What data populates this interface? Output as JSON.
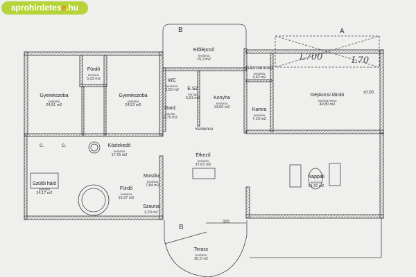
{
  "logo": {
    "text_pre": "aprohirdetes",
    "text_accent": "e",
    "text_post": ".hu",
    "bg_color": "#b6d439",
    "accent_color": "#f07c00"
  },
  "rooms": [
    {
      "name": "Gyerekszoba",
      "floor": "parketta",
      "area": "24,81 m2"
    },
    {
      "name": "Gyerekszoba",
      "floor": "parketta",
      "area": "24,52 m2"
    },
    {
      "name": "Fürdő",
      "floor": "kerámia",
      "area": "5,33 m2"
    },
    {
      "name": "Előlépcső",
      "floor": "kerámia",
      "area": "15,2 m2"
    },
    {
      "name": "WC",
      "floor": "kerámia",
      "area": "3,53 m2"
    },
    {
      "name": "E.SZ",
      "floor": "ker.lap",
      "area": "6,91 m2"
    },
    {
      "name": "Gard.",
      "floor": "ker.lap",
      "area": "2,79 m2"
    },
    {
      "name": "Konyha",
      "floor": "kerámia",
      "area": "13,06 m2"
    },
    {
      "name": "Gázmamosó",
      "floor": "kerámia",
      "area": "3,52 m2"
    },
    {
      "name": "Kamra",
      "floor": "kerámia",
      "area": "7,10 m2"
    },
    {
      "name": "Gépkocsi tároló",
      "floor": "simított beton",
      "area": "49,80 m2"
    },
    {
      "name": "Közlekedő",
      "floor": "kerámia",
      "area": "17,75 m2"
    },
    {
      "name": "Szülői háló",
      "floor": "parketta",
      "area": "24,17 m2"
    },
    {
      "name": "Fürdő",
      "floor": "kerámia",
      "area": "16,37 m2"
    },
    {
      "name": "Mosókc.",
      "floor": "kerámia",
      "area": "7,84 m2"
    },
    {
      "name": "Szauna",
      "floor": "",
      "area": "3,20 m2"
    },
    {
      "name": "Étkező",
      "floor": "kerámia",
      "area": "37,63 m2"
    },
    {
      "name": "Nappali",
      "floor": "kerámia",
      "area": "91,20 m2"
    },
    {
      "name": "Terasz",
      "floor": "kerámia",
      "area": "36,2 m2"
    }
  ],
  "labels": {
    "section_b_top": "B",
    "section_b_bottom": "B",
    "section_a": "A",
    "kemence": "Kemence",
    "level": "±0.00",
    "dim_320": "320",
    "wardrobe_g1": "G.",
    "wardrobe_g2": "G.",
    "hand_1": "L700",
    "hand_2": "L70"
  }
}
